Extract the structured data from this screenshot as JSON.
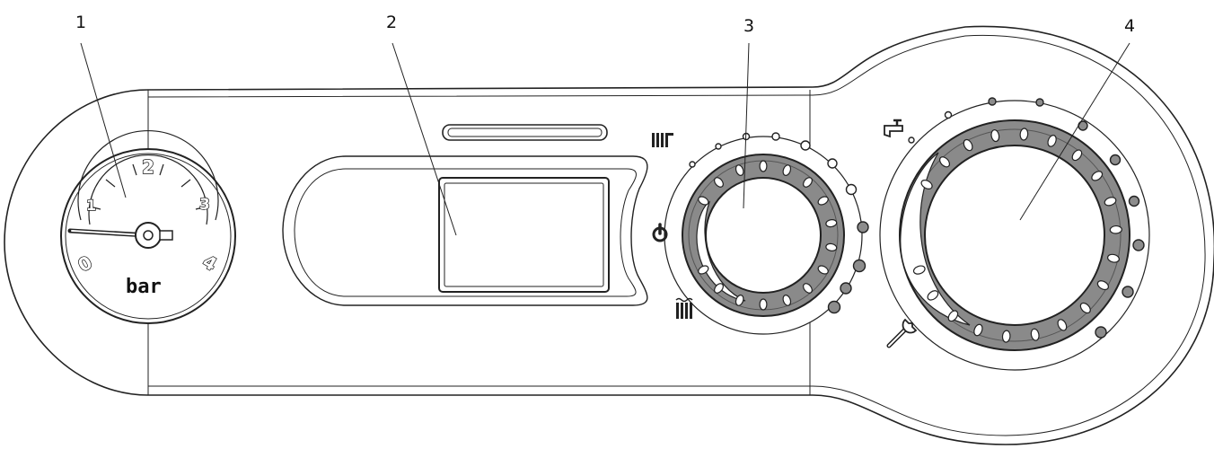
{
  "callouts": [
    "1",
    "2",
    "3",
    "4"
  ],
  "gauge": {
    "unit": "bar",
    "scale": [
      "0",
      "1",
      "2",
      "3",
      "4"
    ],
    "needle_value": 0.3
  },
  "icons": {
    "heating": "radiator-icon",
    "power": "power-icon",
    "heating_max": "radiator-wave-icon",
    "hot_water": "tap-icon",
    "service": "wrench-icon"
  },
  "colors": {
    "line": "#222222",
    "knob_ring": "#8a8a8a",
    "dot_fill": "#8c8c8c"
  }
}
